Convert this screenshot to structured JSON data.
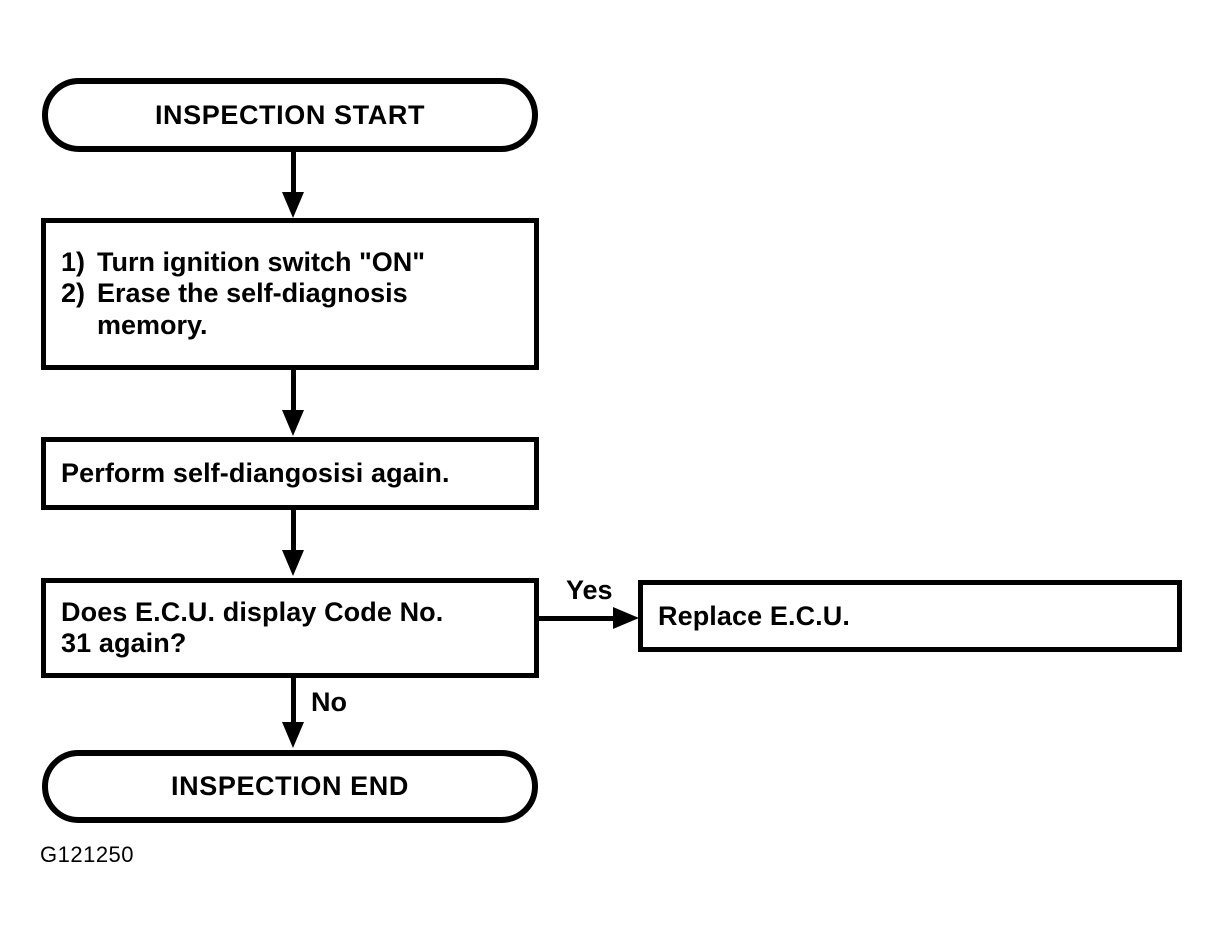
{
  "figure": {
    "id_label": "G121250",
    "background_color": "#ffffff",
    "stroke_color": "#000000"
  },
  "nodes": {
    "start": {
      "shape": "terminator",
      "label": "INSPECTION START"
    },
    "step": {
      "shape": "process",
      "items": [
        {
          "number": "1)",
          "text": "Turn ignition switch \"ON\""
        },
        {
          "number": "2)",
          "text": "Erase the self-diagnosis\nmemory."
        }
      ]
    },
    "perform": {
      "shape": "process",
      "label": "Perform self-diangosisi again."
    },
    "decision": {
      "shape": "decision",
      "label": "Does E.C.U. display Code No.\n31 again?"
    },
    "replace": {
      "shape": "process",
      "label": "Replace E.C.U."
    },
    "end": {
      "shape": "terminator",
      "label": "INSPECTION END"
    }
  },
  "branches": {
    "yes_label": "Yes",
    "no_label": "No"
  }
}
